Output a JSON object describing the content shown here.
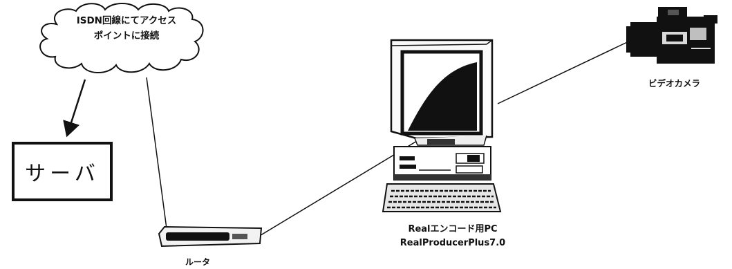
{
  "cloud": {
    "line1": "ISDN回線にてアクセス",
    "line2": "ポイントに接続"
  },
  "server": {
    "label": "サーバ"
  },
  "router": {
    "label": "ルータ"
  },
  "pc": {
    "line1": "Realエンコード用PC",
    "line2": "RealProducerPlus7.0"
  },
  "camera": {
    "label": "ビデオカメラ"
  },
  "colors": {
    "ink": "#111111",
    "background": "#ffffff"
  }
}
